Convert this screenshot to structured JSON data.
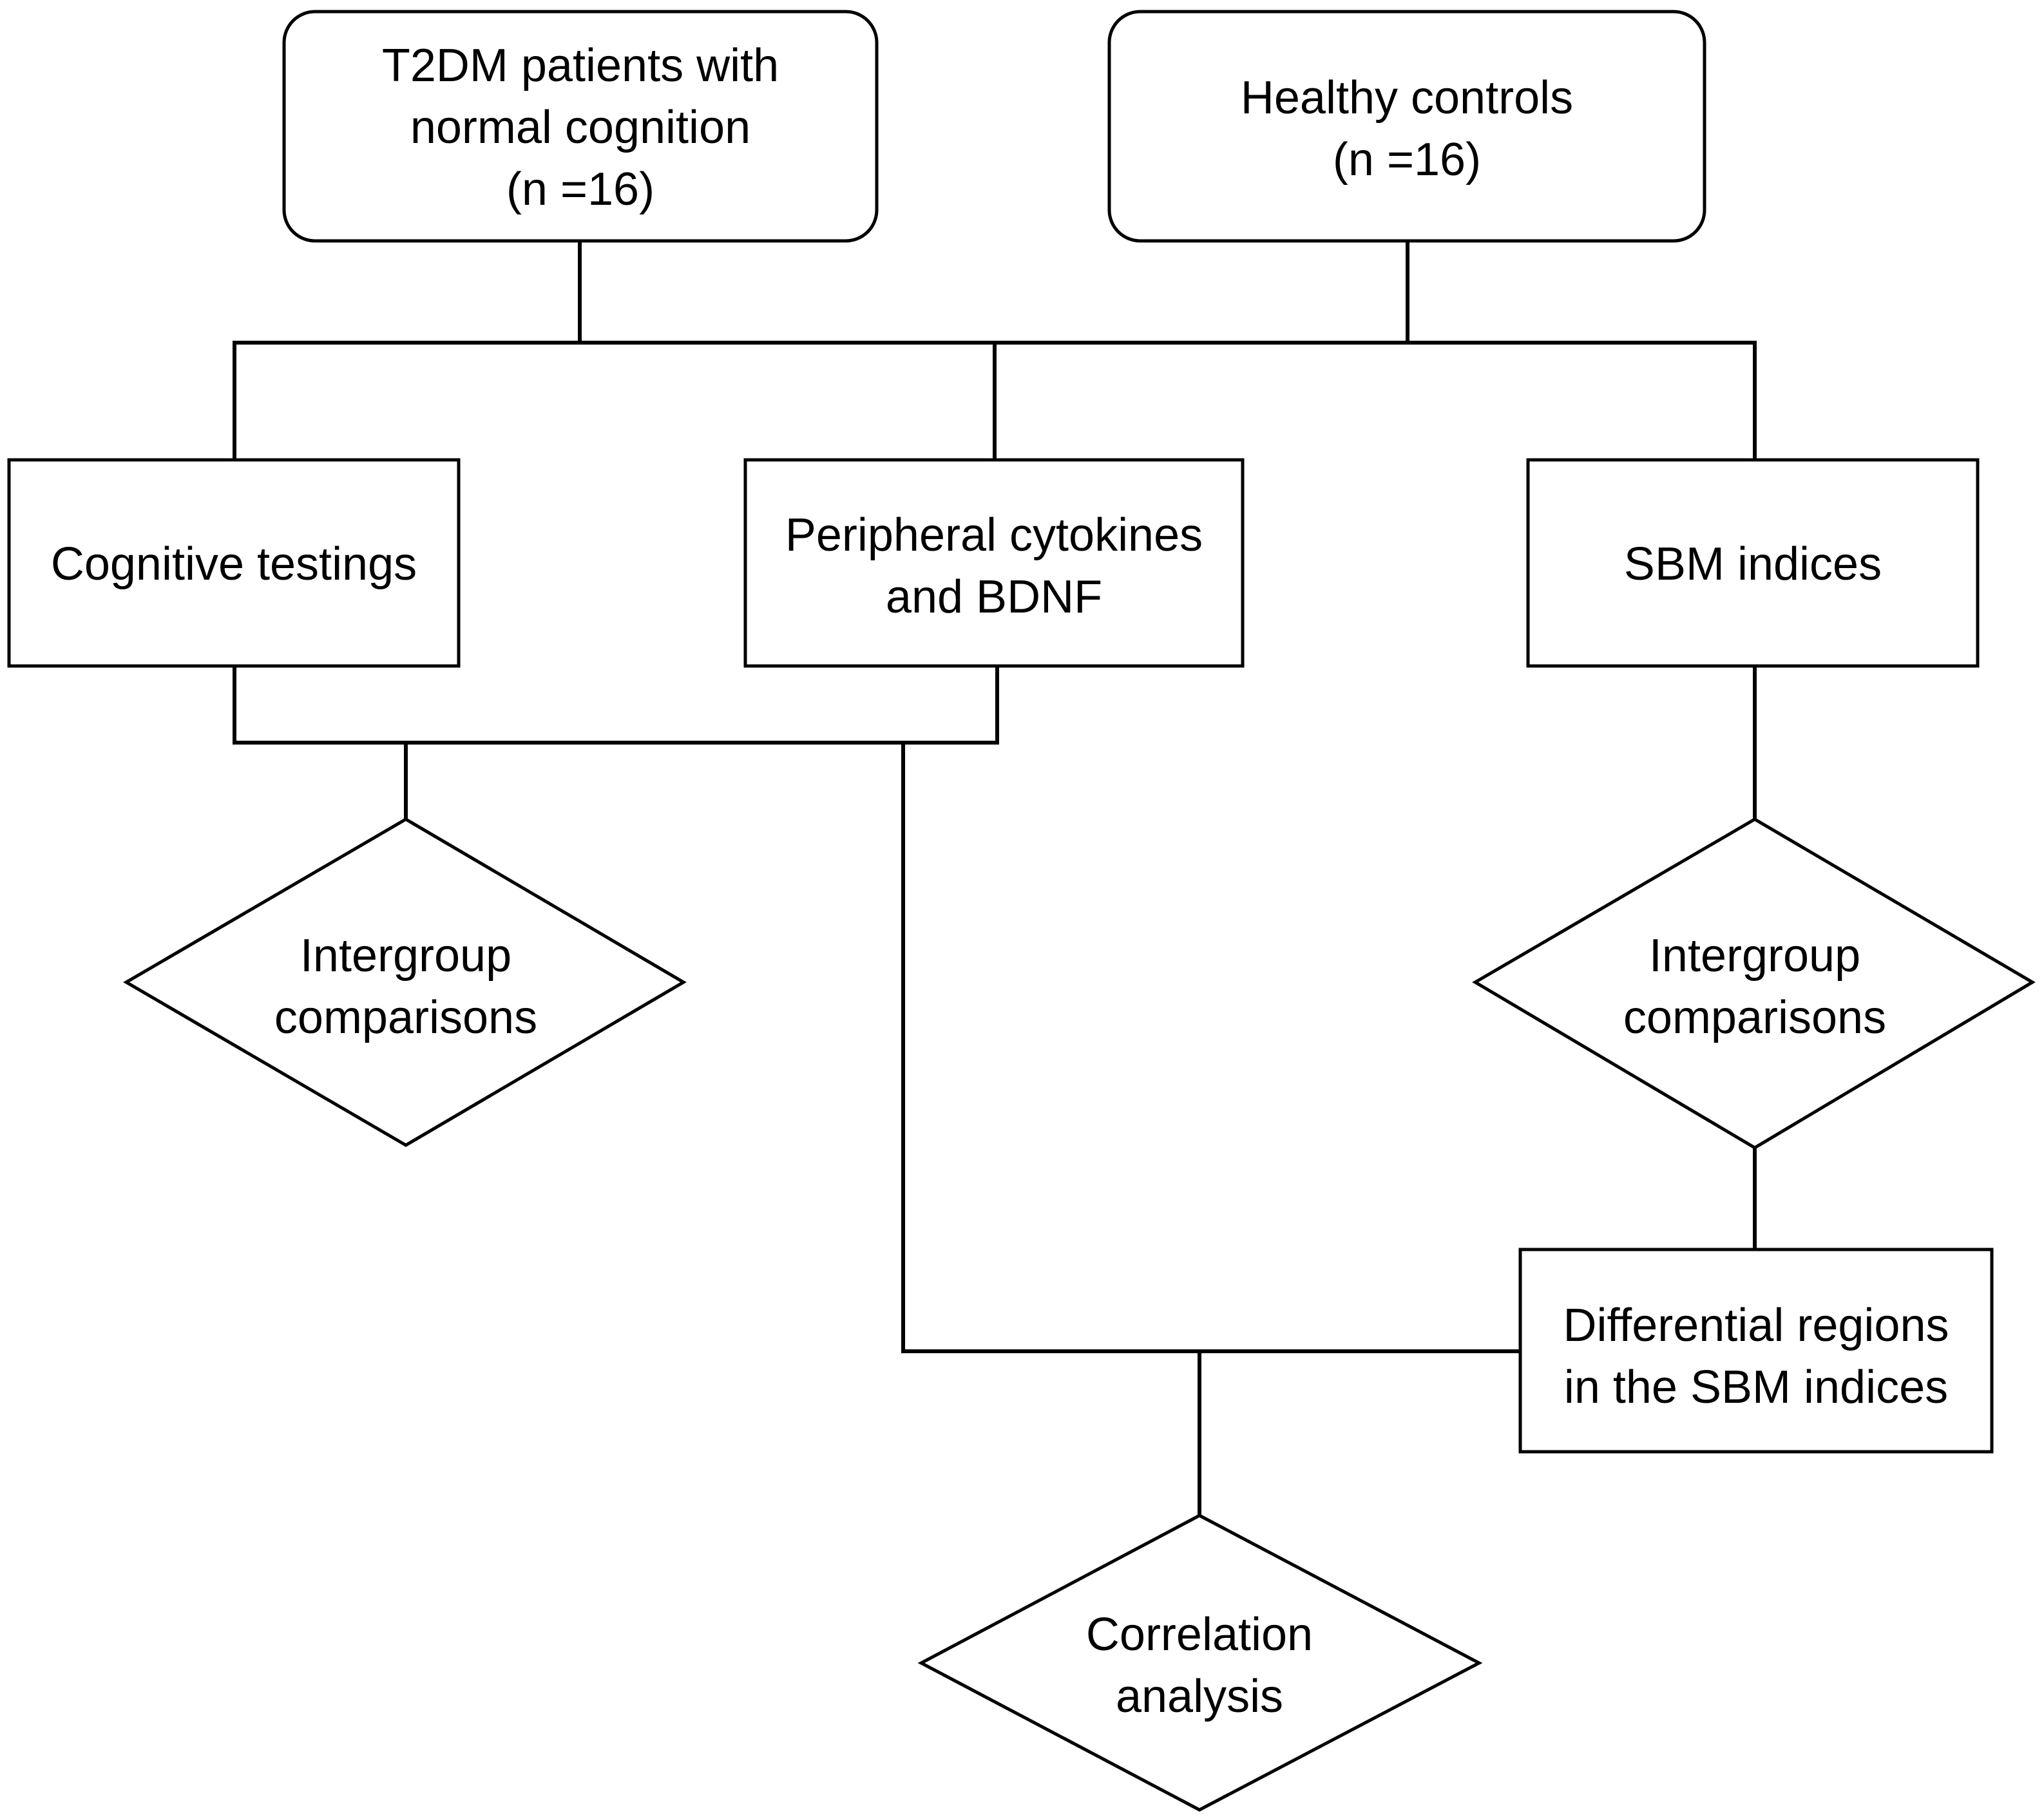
{
  "colors": {
    "background": "#ffffff",
    "stroke": "#000000",
    "text": "#000000"
  },
  "diagram": {
    "nodes": {
      "t2dm": {
        "shape": "rounded-rectangle",
        "lines": [
          "T2DM patients with",
          "normal cognition",
          "(n =16)"
        ]
      },
      "controls": {
        "shape": "rounded-rectangle",
        "lines": [
          "Healthy controls",
          "(n =16)"
        ]
      },
      "cognitive": {
        "shape": "rectangle",
        "lines": [
          "Cognitive testings"
        ]
      },
      "cytokines": {
        "shape": "rectangle",
        "lines": [
          "Peripheral cytokines",
          "and BDNF"
        ]
      },
      "sbm": {
        "shape": "rectangle",
        "lines": [
          "SBM indices"
        ]
      },
      "intergroup_left": {
        "shape": "diamond",
        "lines": [
          "Intergroup",
          "comparisons"
        ]
      },
      "intergroup_right": {
        "shape": "diamond",
        "lines": [
          "Intergroup",
          "comparisons"
        ]
      },
      "differential": {
        "shape": "rectangle",
        "lines": [
          "Differential regions",
          "in the SBM indices"
        ]
      },
      "correlation": {
        "shape": "diamond",
        "lines": [
          "Correlation",
          "analysis"
        ]
      }
    },
    "connections": [
      {
        "from": "t2dm",
        "to": [
          "cognitive",
          "cytokines",
          "sbm"
        ]
      },
      {
        "from": "controls",
        "to": [
          "cognitive",
          "cytokines",
          "sbm"
        ]
      },
      {
        "from": [
          "cognitive",
          "cytokines"
        ],
        "to": "intergroup_left"
      },
      {
        "from": "sbm",
        "to": "intergroup_right"
      },
      {
        "from": "intergroup_right",
        "to": "differential"
      },
      {
        "from": [
          "cognitive",
          "cytokines",
          "differential"
        ],
        "to": "correlation"
      }
    ]
  }
}
